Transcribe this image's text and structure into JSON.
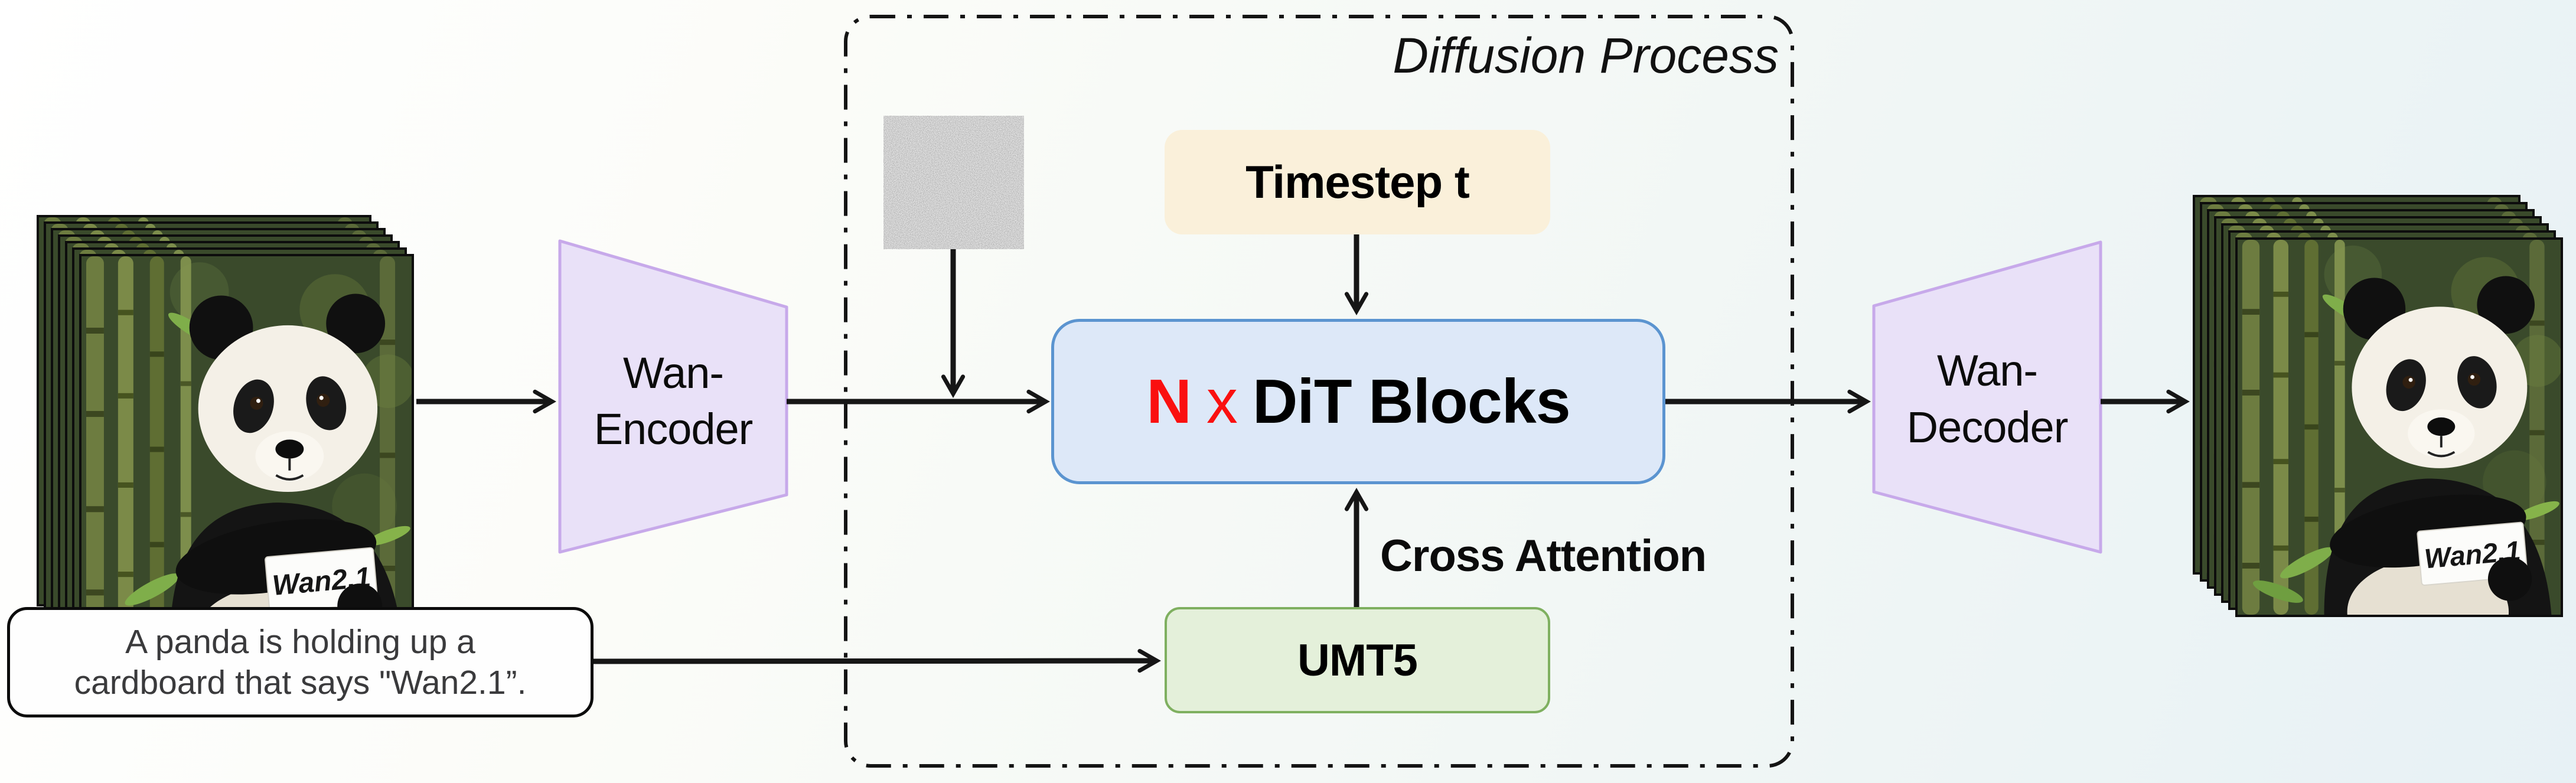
{
  "diffusion": {
    "title": "Diffusion Process"
  },
  "prompt": {
    "line1": "A panda is holding up a",
    "line2": "cardboard that says \"Wan2.1”."
  },
  "encoder": {
    "line1": "Wan-",
    "line2": "Encoder"
  },
  "decoder": {
    "line1": "Wan-",
    "line2": "Decoder"
  },
  "dit": {
    "n": "N",
    "times": "x",
    "label": "DiT Blocks"
  },
  "timestep": {
    "label": "Timestep t"
  },
  "umt5": {
    "label": "UMT5"
  },
  "cross_attention": {
    "label": "Cross Attention"
  },
  "panda": {
    "sign": "Wan2.1",
    "frame_count": 7
  },
  "colors": {
    "accent_red": "#fa1010",
    "arrow_color": "#161616",
    "encoder_fill": "#e9e1f8",
    "encoder_border": "#c7a9ea",
    "dit_fill": "#dde8f8",
    "dit_border": "#5b94d0",
    "timestep_fill": "#faf0da",
    "umt5_fill": "#e4f0da",
    "umt5_border": "#7fb060",
    "prompt_text": "#3a3a3c"
  }
}
